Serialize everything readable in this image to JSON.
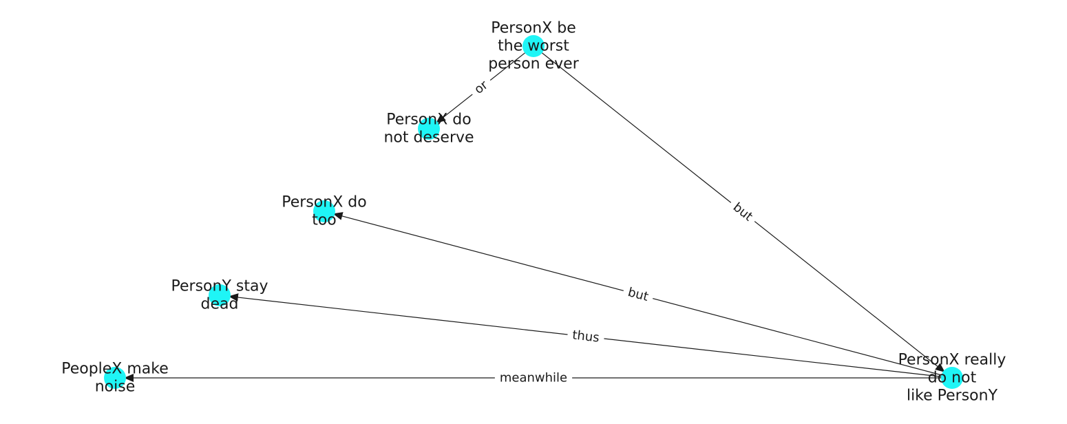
{
  "colors": {
    "node": "#1ff5f6",
    "edge": "#1a1a1a",
    "text": "#1a1a1a"
  },
  "nodes": [
    {
      "id": "worst",
      "lines": [
        "PersonX be",
        "the worst",
        "person ever"
      ]
    },
    {
      "id": "deserve",
      "lines": [
        "PersonX do",
        "not deserve"
      ]
    },
    {
      "id": "too",
      "lines": [
        "PersonX do",
        "too"
      ]
    },
    {
      "id": "dead",
      "lines": [
        "PersonY stay",
        "dead"
      ]
    },
    {
      "id": "noise",
      "lines": [
        "PeopleX make",
        "noise"
      ]
    },
    {
      "id": "dislike",
      "lines": [
        "PersonX really",
        "do not",
        "like PersonY"
      ]
    }
  ],
  "edges": [
    {
      "from": "worst",
      "to": "deserve",
      "label": "or"
    },
    {
      "from": "worst",
      "to": "dislike",
      "label": "but"
    },
    {
      "from": "dislike",
      "to": "too",
      "label": "but"
    },
    {
      "from": "dislike",
      "to": "dead",
      "label": "thus"
    },
    {
      "from": "dislike",
      "to": "noise",
      "label": "meanwhile"
    }
  ]
}
